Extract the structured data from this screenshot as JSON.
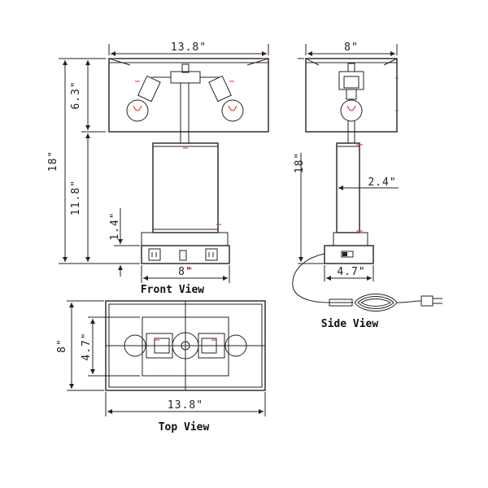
{
  "front_view": {
    "caption": "Front View",
    "shade_width": "13.8\"",
    "shade_height": "6.3\"",
    "total_height": "18\"",
    "body_height": "11.8\"",
    "base_height": "1.4\"",
    "base_width": "8\""
  },
  "side_view": {
    "caption": "Side View",
    "shade_width": "8\"",
    "total_height": "18\"",
    "column_width": "2.4\"",
    "base_depth": "4.7\""
  },
  "top_view": {
    "caption": "Top View",
    "depth": "8\"",
    "base_depth": "4.7\"",
    "width": "13.8\""
  }
}
